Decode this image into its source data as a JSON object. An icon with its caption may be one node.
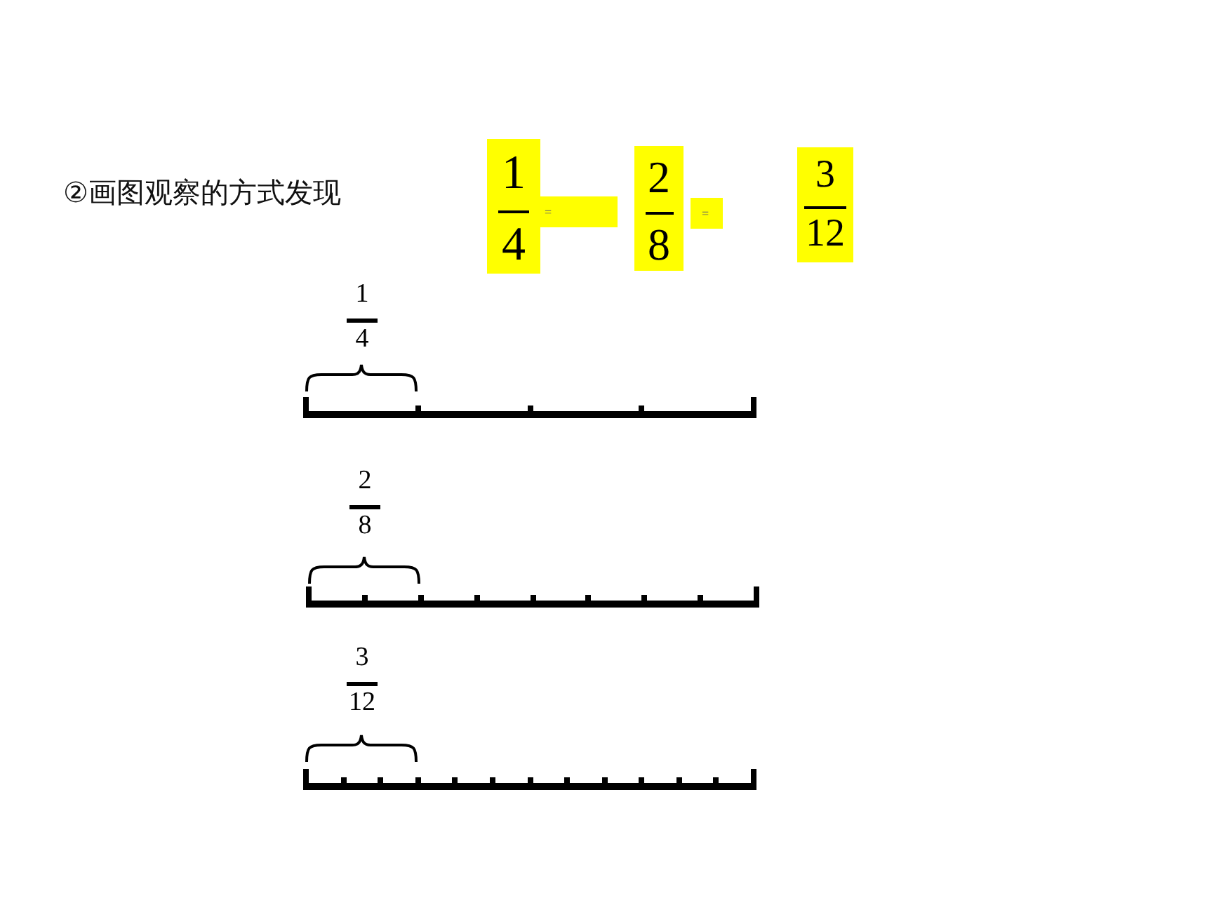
{
  "diagram": {
    "title": "②画图观察的方式发现",
    "labels": [
      "1",
      "4",
      "=",
      "2",
      "8",
      "=",
      "3",
      "12",
      "1",
      "4",
      "2",
      "8",
      "3",
      "12"
    ]
  }
}
